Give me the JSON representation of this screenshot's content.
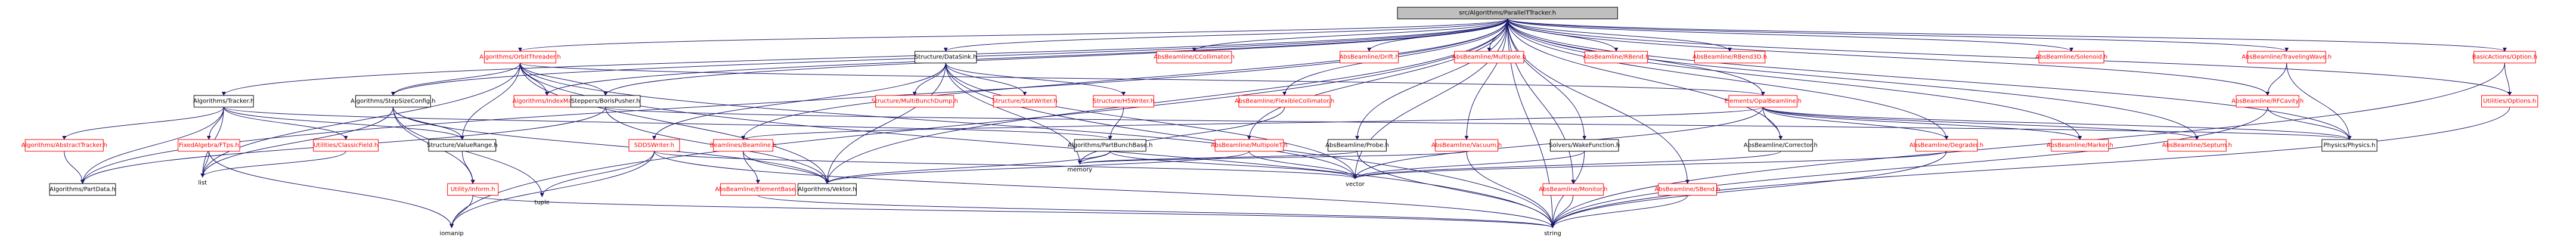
{
  "graph": {
    "colors": {
      "root_fill": "#bfbfbf",
      "node_fill": "#ffffff",
      "border_black": "#000000",
      "border_red": "#ff0000",
      "text_black": "#000000",
      "text_red": "#ff0000",
      "edge": "#191970"
    },
    "nodes": [
      {
        "id": "root",
        "label": "src/Algorithms/ParallelTTracker.h",
        "style": "root"
      },
      {
        "id": "orbit",
        "label": "Algorithms/OrbitThreader.h",
        "style": "red"
      },
      {
        "id": "tracker",
        "label": "Algorithms/Tracker.h",
        "style": "black"
      },
      {
        "id": "stepsize",
        "label": "Algorithms/StepSizeConfig.h",
        "style": "black"
      },
      {
        "id": "indexmap",
        "label": "Algorithms/IndexMap.h",
        "style": "red"
      },
      {
        "id": "abstracttracker",
        "label": "Algorithms/AbstractTracker.h",
        "style": "red"
      },
      {
        "id": "fixedalgebra",
        "label": "FixedAlgebra/FTps.h",
        "style": "red"
      },
      {
        "id": "partdata",
        "label": "Algorithms/PartData.h",
        "style": "black"
      },
      {
        "id": "classicfield",
        "label": "Utilities/ClassicField.h",
        "style": "red"
      },
      {
        "id": "valuerange",
        "label": "Structure/ValueRange.h",
        "style": "black"
      },
      {
        "id": "inform",
        "label": "Utility/Inform.h",
        "style": "red"
      },
      {
        "id": "datasink",
        "label": "Structure/DataSink.h",
        "style": "black"
      },
      {
        "id": "boris",
        "label": "Steppers/BorisPusher.h",
        "style": "black"
      },
      {
        "id": "sddswriter",
        "label": "SDDSWriter.h",
        "style": "red"
      },
      {
        "id": "beamline",
        "label": "Beamlines/Beamline.h",
        "style": "red"
      },
      {
        "id": "elementbase",
        "label": "AbsBeamline/ElementBase.h",
        "style": "red"
      },
      {
        "id": "vektor",
        "label": "Algorithms/Vektor.h",
        "style": "black"
      },
      {
        "id": "multibunch",
        "label": "Structure/MultiBunchDump.h",
        "style": "red"
      },
      {
        "id": "statwriter",
        "label": "Structure/StatWriter.h",
        "style": "red"
      },
      {
        "id": "h5writer",
        "label": "Structure/H5Writer.h",
        "style": "red"
      },
      {
        "id": "partbunchbase",
        "label": "Algorithms/PartBunchBase.h",
        "style": "black"
      },
      {
        "id": "ccollimator",
        "label": "AbsBeamline/CCollimator.h",
        "style": "red"
      },
      {
        "id": "flexcoll",
        "label": "AbsBeamline/FlexibleCollimator.h",
        "style": "red"
      },
      {
        "id": "multipolet",
        "label": "AbsBeamline/MultipoleT.h",
        "style": "red"
      },
      {
        "id": "drift",
        "label": "AbsBeamline/Drift.h",
        "style": "red"
      },
      {
        "id": "probe",
        "label": "AbsBeamline/Probe.h",
        "style": "black"
      },
      {
        "id": "multipole",
        "label": "AbsBeamline/Multipole.h",
        "style": "red"
      },
      {
        "id": "vacuum",
        "label": "AbsBeamline/Vacuum.h",
        "style": "red"
      },
      {
        "id": "wake",
        "label": "Solvers/WakeFunction.h",
        "style": "black"
      },
      {
        "id": "rbend",
        "label": "AbsBeamline/RBend.h",
        "style": "red"
      },
      {
        "id": "rbend3d",
        "label": "AbsBeamline/RBend3D.h",
        "style": "red"
      },
      {
        "id": "monitor",
        "label": "AbsBeamline/Monitor.h",
        "style": "red"
      },
      {
        "id": "sbend",
        "label": "AbsBeamline/SBend.h",
        "style": "red"
      },
      {
        "id": "opalbeamline",
        "label": "Elements/OpalBeamline.h",
        "style": "red"
      },
      {
        "id": "corrector",
        "label": "AbsBeamline/Corrector.h",
        "style": "black"
      },
      {
        "id": "degrader",
        "label": "AbsBeamline/Degrader.h",
        "style": "red"
      },
      {
        "id": "marker",
        "label": "AbsBeamline/Marker.h",
        "style": "red"
      },
      {
        "id": "septum",
        "label": "AbsBeamline/Septum.h",
        "style": "red"
      },
      {
        "id": "solenoid",
        "label": "AbsBeamline/Solenoid.h",
        "style": "red"
      },
      {
        "id": "travelingwave",
        "label": "AbsBeamline/TravelingWave.h",
        "style": "red"
      },
      {
        "id": "rfcavity",
        "label": "AbsBeamline/RFCavity.h",
        "style": "red"
      },
      {
        "id": "physics",
        "label": "Physics/Physics.h",
        "style": "black"
      },
      {
        "id": "basicoption",
        "label": "BasicActions/Option.h",
        "style": "red"
      },
      {
        "id": "options",
        "label": "Utilities/Options.h",
        "style": "red"
      },
      {
        "id": "list",
        "label": "list",
        "style": "gray"
      },
      {
        "id": "tuple",
        "label": "tuple",
        "style": "gray"
      },
      {
        "id": "iomanip",
        "label": "iomanip",
        "style": "gray"
      },
      {
        "id": "memory",
        "label": "memory",
        "style": "gray"
      },
      {
        "id": "vector",
        "label": "vector",
        "style": "gray"
      },
      {
        "id": "string",
        "label": "string",
        "style": "gray"
      }
    ],
    "edges": [
      [
        "root",
        "orbit"
      ],
      [
        "root",
        "tracker"
      ],
      [
        "root",
        "stepsize"
      ],
      [
        "root",
        "indexmap"
      ],
      [
        "root",
        "partdata"
      ],
      [
        "root",
        "datasink"
      ],
      [
        "root",
        "boris"
      ],
      [
        "root",
        "vektor"
      ],
      [
        "root",
        "beamline"
      ],
      [
        "root",
        "ccollimator"
      ],
      [
        "root",
        "flexcoll"
      ],
      [
        "root",
        "multipolet"
      ],
      [
        "root",
        "drift"
      ],
      [
        "root",
        "probe"
      ],
      [
        "root",
        "multipole"
      ],
      [
        "root",
        "vacuum"
      ],
      [
        "root",
        "wake"
      ],
      [
        "root",
        "rbend"
      ],
      [
        "root",
        "rbend3d"
      ],
      [
        "root",
        "monitor"
      ],
      [
        "root",
        "sbend"
      ],
      [
        "root",
        "opalbeamline"
      ],
      [
        "root",
        "corrector"
      ],
      [
        "root",
        "degrader"
      ],
      [
        "root",
        "marker"
      ],
      [
        "root",
        "septum"
      ],
      [
        "root",
        "solenoid"
      ],
      [
        "root",
        "travelingwave"
      ],
      [
        "root",
        "rfcavity"
      ],
      [
        "root",
        "physics"
      ],
      [
        "root",
        "basicoption"
      ],
      [
        "root",
        "options"
      ],
      [
        "root",
        "vector"
      ],
      [
        "root",
        "string"
      ],
      [
        "root",
        "iomanip"
      ],
      [
        "orbit",
        "indexmap"
      ],
      [
        "orbit",
        "stepsize"
      ],
      [
        "orbit",
        "boris"
      ],
      [
        "orbit",
        "valuerange"
      ],
      [
        "orbit",
        "vektor"
      ],
      [
        "orbit",
        "opalbeamline"
      ],
      [
        "orbit",
        "list"
      ],
      [
        "orbit",
        "string"
      ],
      [
        "orbit",
        "vector"
      ],
      [
        "tracker",
        "abstracttracker"
      ],
      [
        "tracker",
        "fixedalgebra"
      ],
      [
        "tracker",
        "partdata"
      ],
      [
        "tracker",
        "classicfield"
      ],
      [
        "tracker",
        "valuerange"
      ],
      [
        "tracker",
        "list"
      ],
      [
        "tracker",
        "partbunchbase"
      ],
      [
        "abstracttracker",
        "partdata"
      ],
      [
        "fixedalgebra",
        "list"
      ],
      [
        "fixedalgebra",
        "iomanip"
      ],
      [
        "stepsize",
        "valuerange"
      ],
      [
        "stepsize",
        "vektor"
      ],
      [
        "stepsize",
        "tuple"
      ],
      [
        "stepsize",
        "list"
      ],
      [
        "stepsize",
        "inform"
      ],
      [
        "classicfield",
        "list"
      ],
      [
        "valuerange",
        "inform"
      ],
      [
        "inform",
        "iomanip"
      ],
      [
        "inform",
        "string"
      ],
      [
        "datasink",
        "multibunch"
      ],
      [
        "datasink",
        "statwriter"
      ],
      [
        "datasink",
        "h5writer"
      ],
      [
        "datasink",
        "sddswriter"
      ],
      [
        "datasink",
        "vektor"
      ],
      [
        "datasink",
        "memory"
      ],
      [
        "datasink",
        "string"
      ],
      [
        "datasink",
        "vector"
      ],
      [
        "boris",
        "partdata"
      ],
      [
        "boris",
        "vektor"
      ],
      [
        "boris",
        "physics"
      ],
      [
        "sddswriter",
        "tuple"
      ],
      [
        "sddswriter",
        "iomanip"
      ],
      [
        "sddswriter",
        "string"
      ],
      [
        "sddswriter",
        "vector"
      ],
      [
        "beamline",
        "elementbase"
      ],
      [
        "beamline",
        "vektor"
      ],
      [
        "elementbase",
        "string"
      ],
      [
        "h5writer",
        "partbunchbase"
      ],
      [
        "partbunchbase",
        "vektor"
      ],
      [
        "partbunchbase",
        "vector"
      ],
      [
        "partbunchbase",
        "memory"
      ],
      [
        "flexcoll",
        "memory"
      ],
      [
        "multipolet",
        "vektor"
      ],
      [
        "multipolet",
        "vector"
      ],
      [
        "probe",
        "memory"
      ],
      [
        "probe",
        "string"
      ],
      [
        "vacuum",
        "memory"
      ],
      [
        "vacuum",
        "string"
      ],
      [
        "wake",
        "vector"
      ],
      [
        "wake",
        "string"
      ],
      [
        "monitor",
        "string"
      ],
      [
        "sbend",
        "string"
      ],
      [
        "opalbeamline",
        "beamline"
      ],
      [
        "opalbeamline",
        "corrector"
      ],
      [
        "opalbeamline",
        "degrader"
      ],
      [
        "opalbeamline",
        "marker"
      ],
      [
        "opalbeamline",
        "septum"
      ],
      [
        "opalbeamline",
        "physics"
      ],
      [
        "opalbeamline",
        "vector"
      ],
      [
        "degrader",
        "vector"
      ],
      [
        "degrader",
        "string"
      ],
      [
        "corrector",
        "vector"
      ],
      [
        "travelingwave",
        "rfcavity"
      ],
      [
        "travelingwave",
        "physics"
      ],
      [
        "rfcavity",
        "physics"
      ],
      [
        "rfcavity",
        "string"
      ],
      [
        "basicoption",
        "options"
      ],
      [
        "basicoption",
        "string"
      ],
      [
        "options",
        "string"
      ]
    ]
  }
}
